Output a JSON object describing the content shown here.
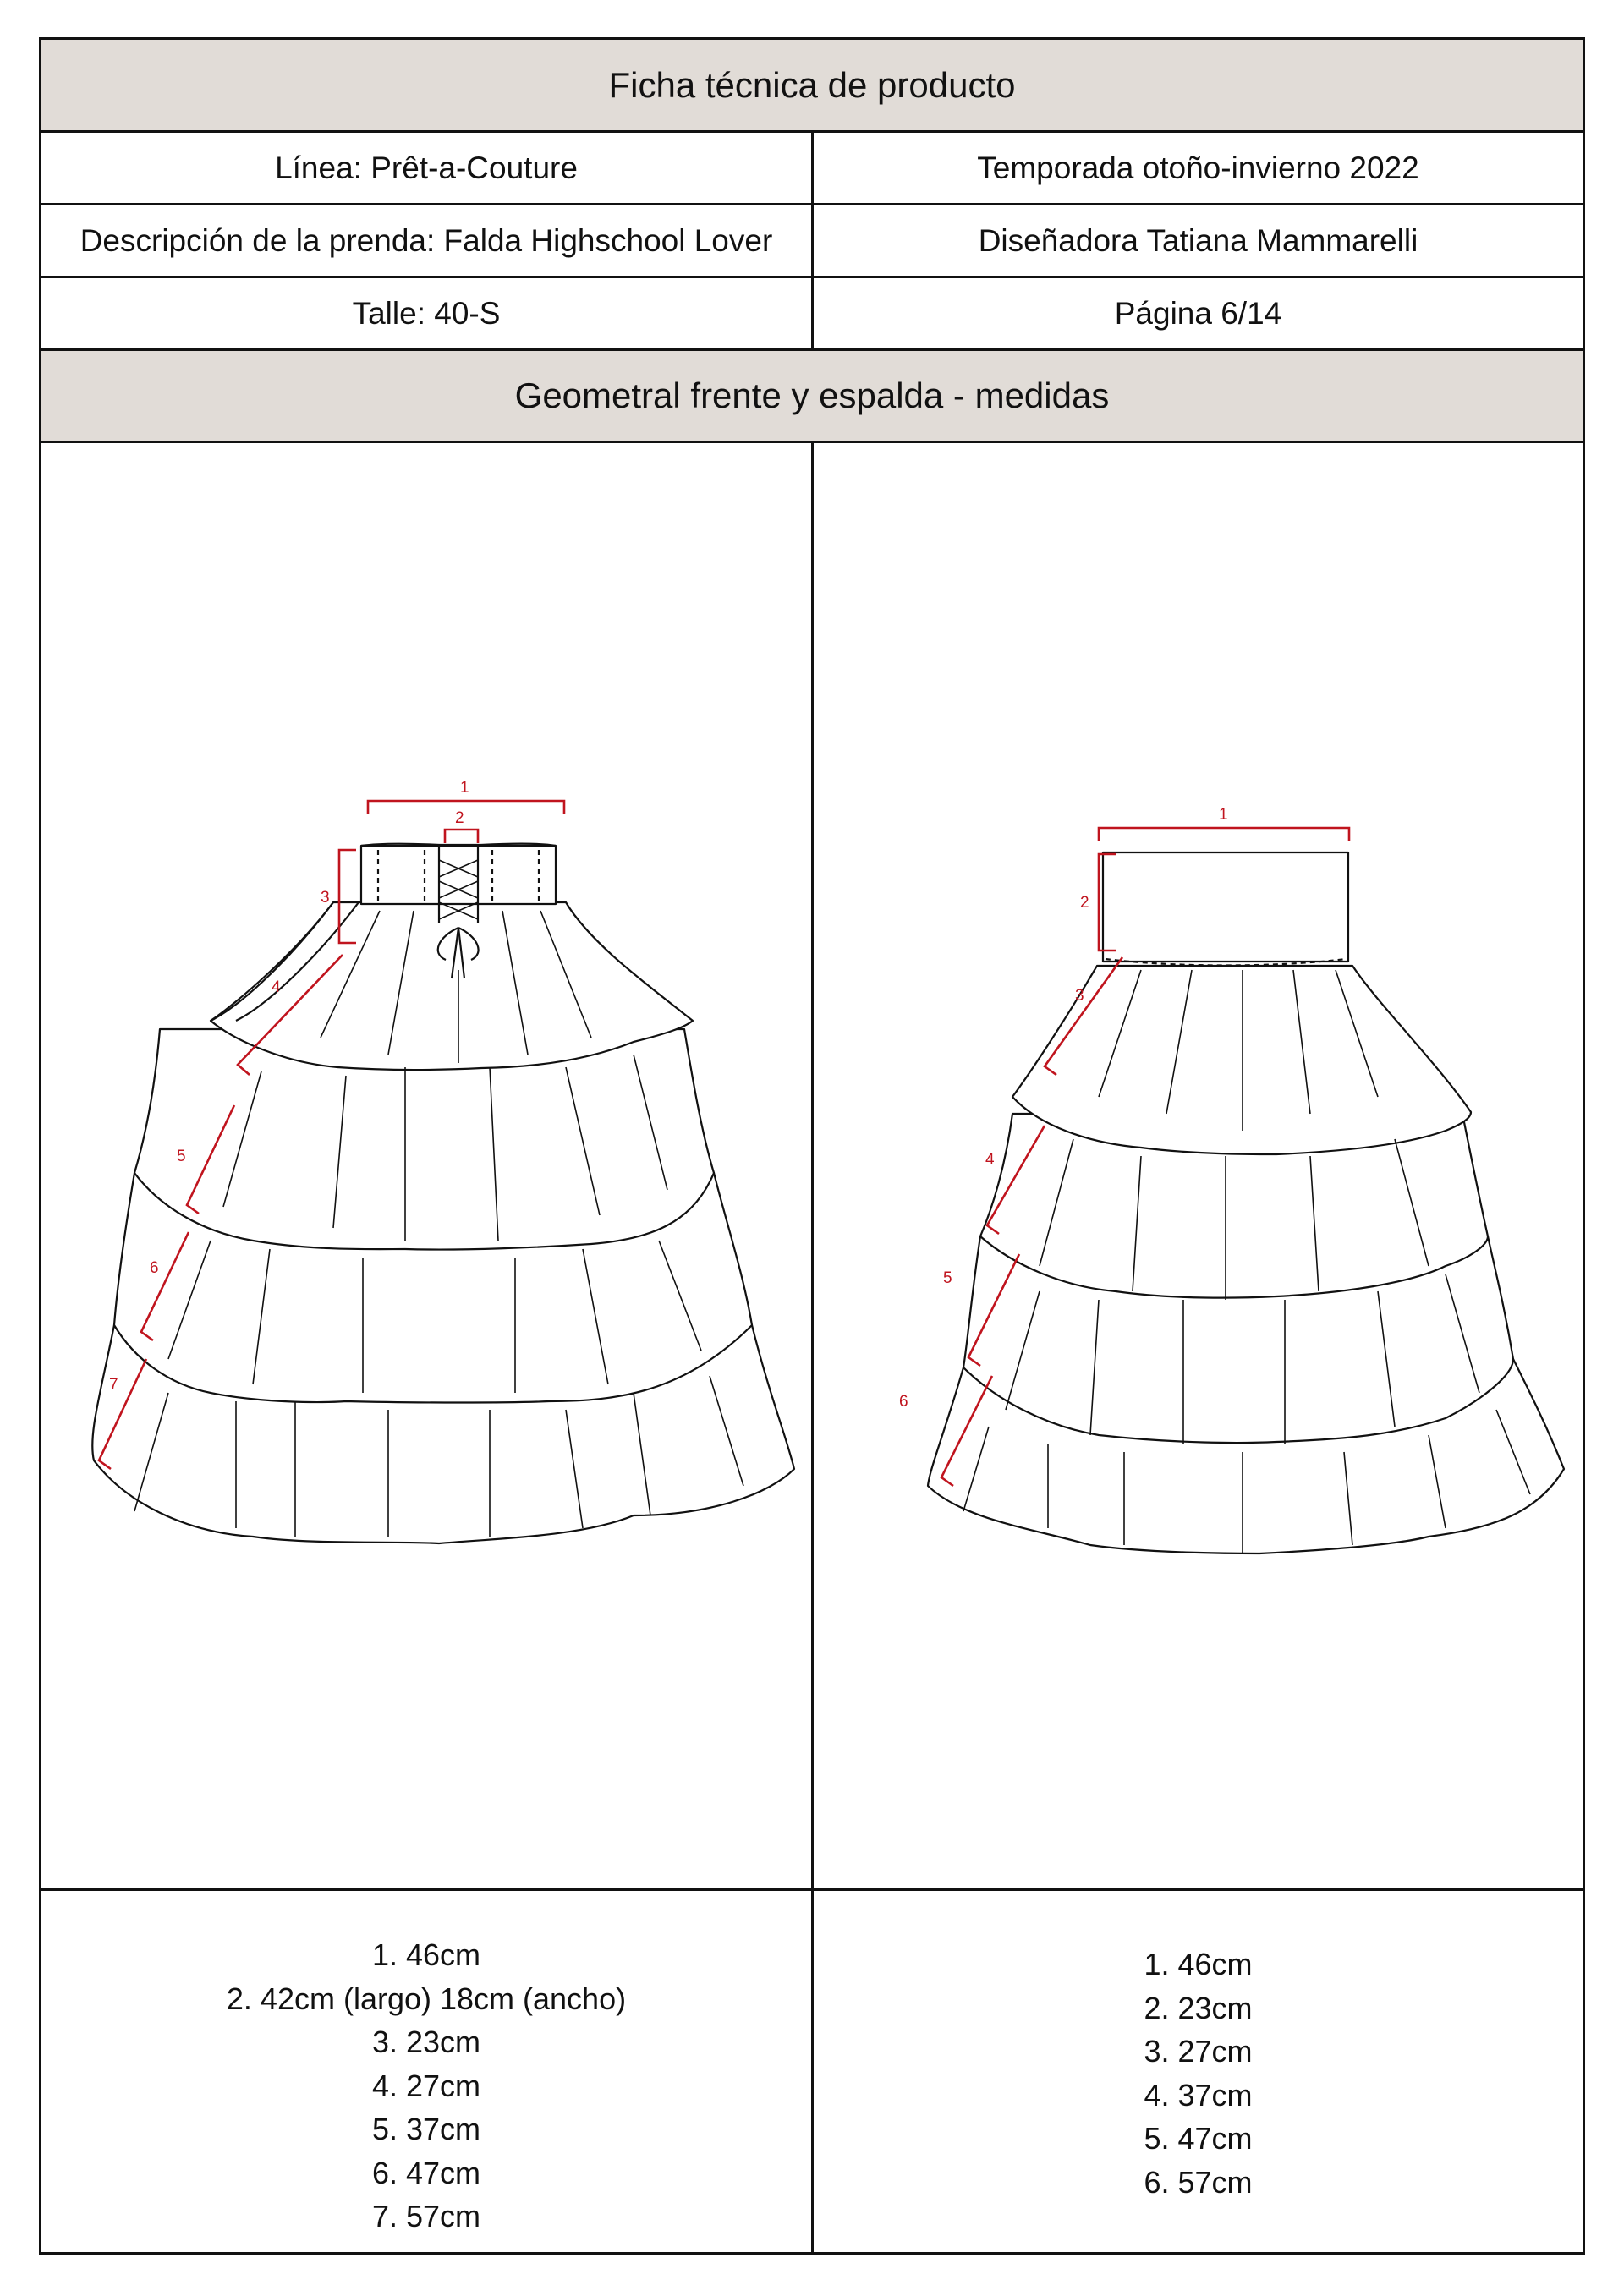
{
  "header": {
    "title": "Ficha técnica de producto",
    "linea": "Línea: Prêt-a-Couture",
    "temporada": "Temporada otoño-invierno 2022",
    "descripcion": "Descripción de la prenda:  Falda Highschool Lover",
    "disenadora": "Diseñadora Tatiana Mammarelli",
    "talle": "Talle: 40-S",
    "pagina": "Página 6/14",
    "section_title": "Geometral frente y espalda - medidas"
  },
  "front": {
    "callouts": [
      "1",
      "2",
      "3",
      "4",
      "5",
      "6",
      "7"
    ],
    "measures": [
      "1. 46cm",
      "2. 42cm (largo) 18cm (ancho)",
      "3. 23cm",
      "4. 27cm",
      "5. 37cm",
      "6. 47cm",
      "7. 57cm"
    ]
  },
  "back": {
    "callouts": [
      "1",
      "2",
      "3",
      "4",
      "5",
      "6"
    ],
    "measures": [
      "1. 46cm",
      "2. 23cm",
      "3. 27cm",
      "4. 37cm",
      "5. 47cm",
      "6. 57cm"
    ]
  },
  "colors": {
    "band": "#e1dcd7",
    "callout": "#c0141e",
    "line": "#111111"
  }
}
